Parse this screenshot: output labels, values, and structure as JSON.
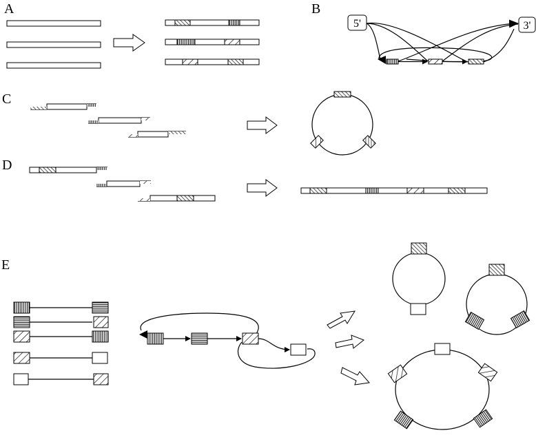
{
  "panels": {
    "a": "A",
    "b": "B",
    "c": "C",
    "d": "D",
    "e": "E"
  },
  "ends": {
    "five_prime": "5'",
    "three_prime": "3'"
  },
  "colors": {
    "stroke": "#000000",
    "fill": "#ffffff"
  },
  "patterns": [
    "diagonal-hatch",
    "vertical-stripes",
    "horizontal-stripes",
    "slash-hatch",
    "plain"
  ]
}
